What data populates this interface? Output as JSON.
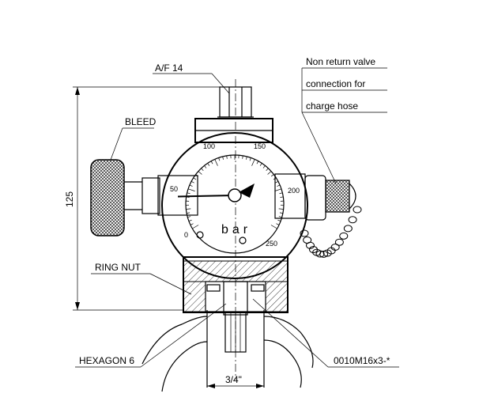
{
  "labels": {
    "af14": "A/F 14",
    "bleed": "BLEED",
    "ring_nut": "RING NUT",
    "hexagon": "HEXAGON 6",
    "nrv_line1": "Non return valve",
    "nrv_line2": "connection for",
    "nrv_line3": "charge hose",
    "part_no": "0010M16x3-*",
    "dim_125": "125",
    "dim_thread": "3/4\""
  },
  "gauge": {
    "unit": "bar",
    "ticks": [
      "0",
      "50",
      "100",
      "150",
      "200",
      "250"
    ],
    "needle_value": 30
  },
  "colors": {
    "ink": "#000000",
    "hatch": "#000000",
    "background": "#ffffff"
  }
}
